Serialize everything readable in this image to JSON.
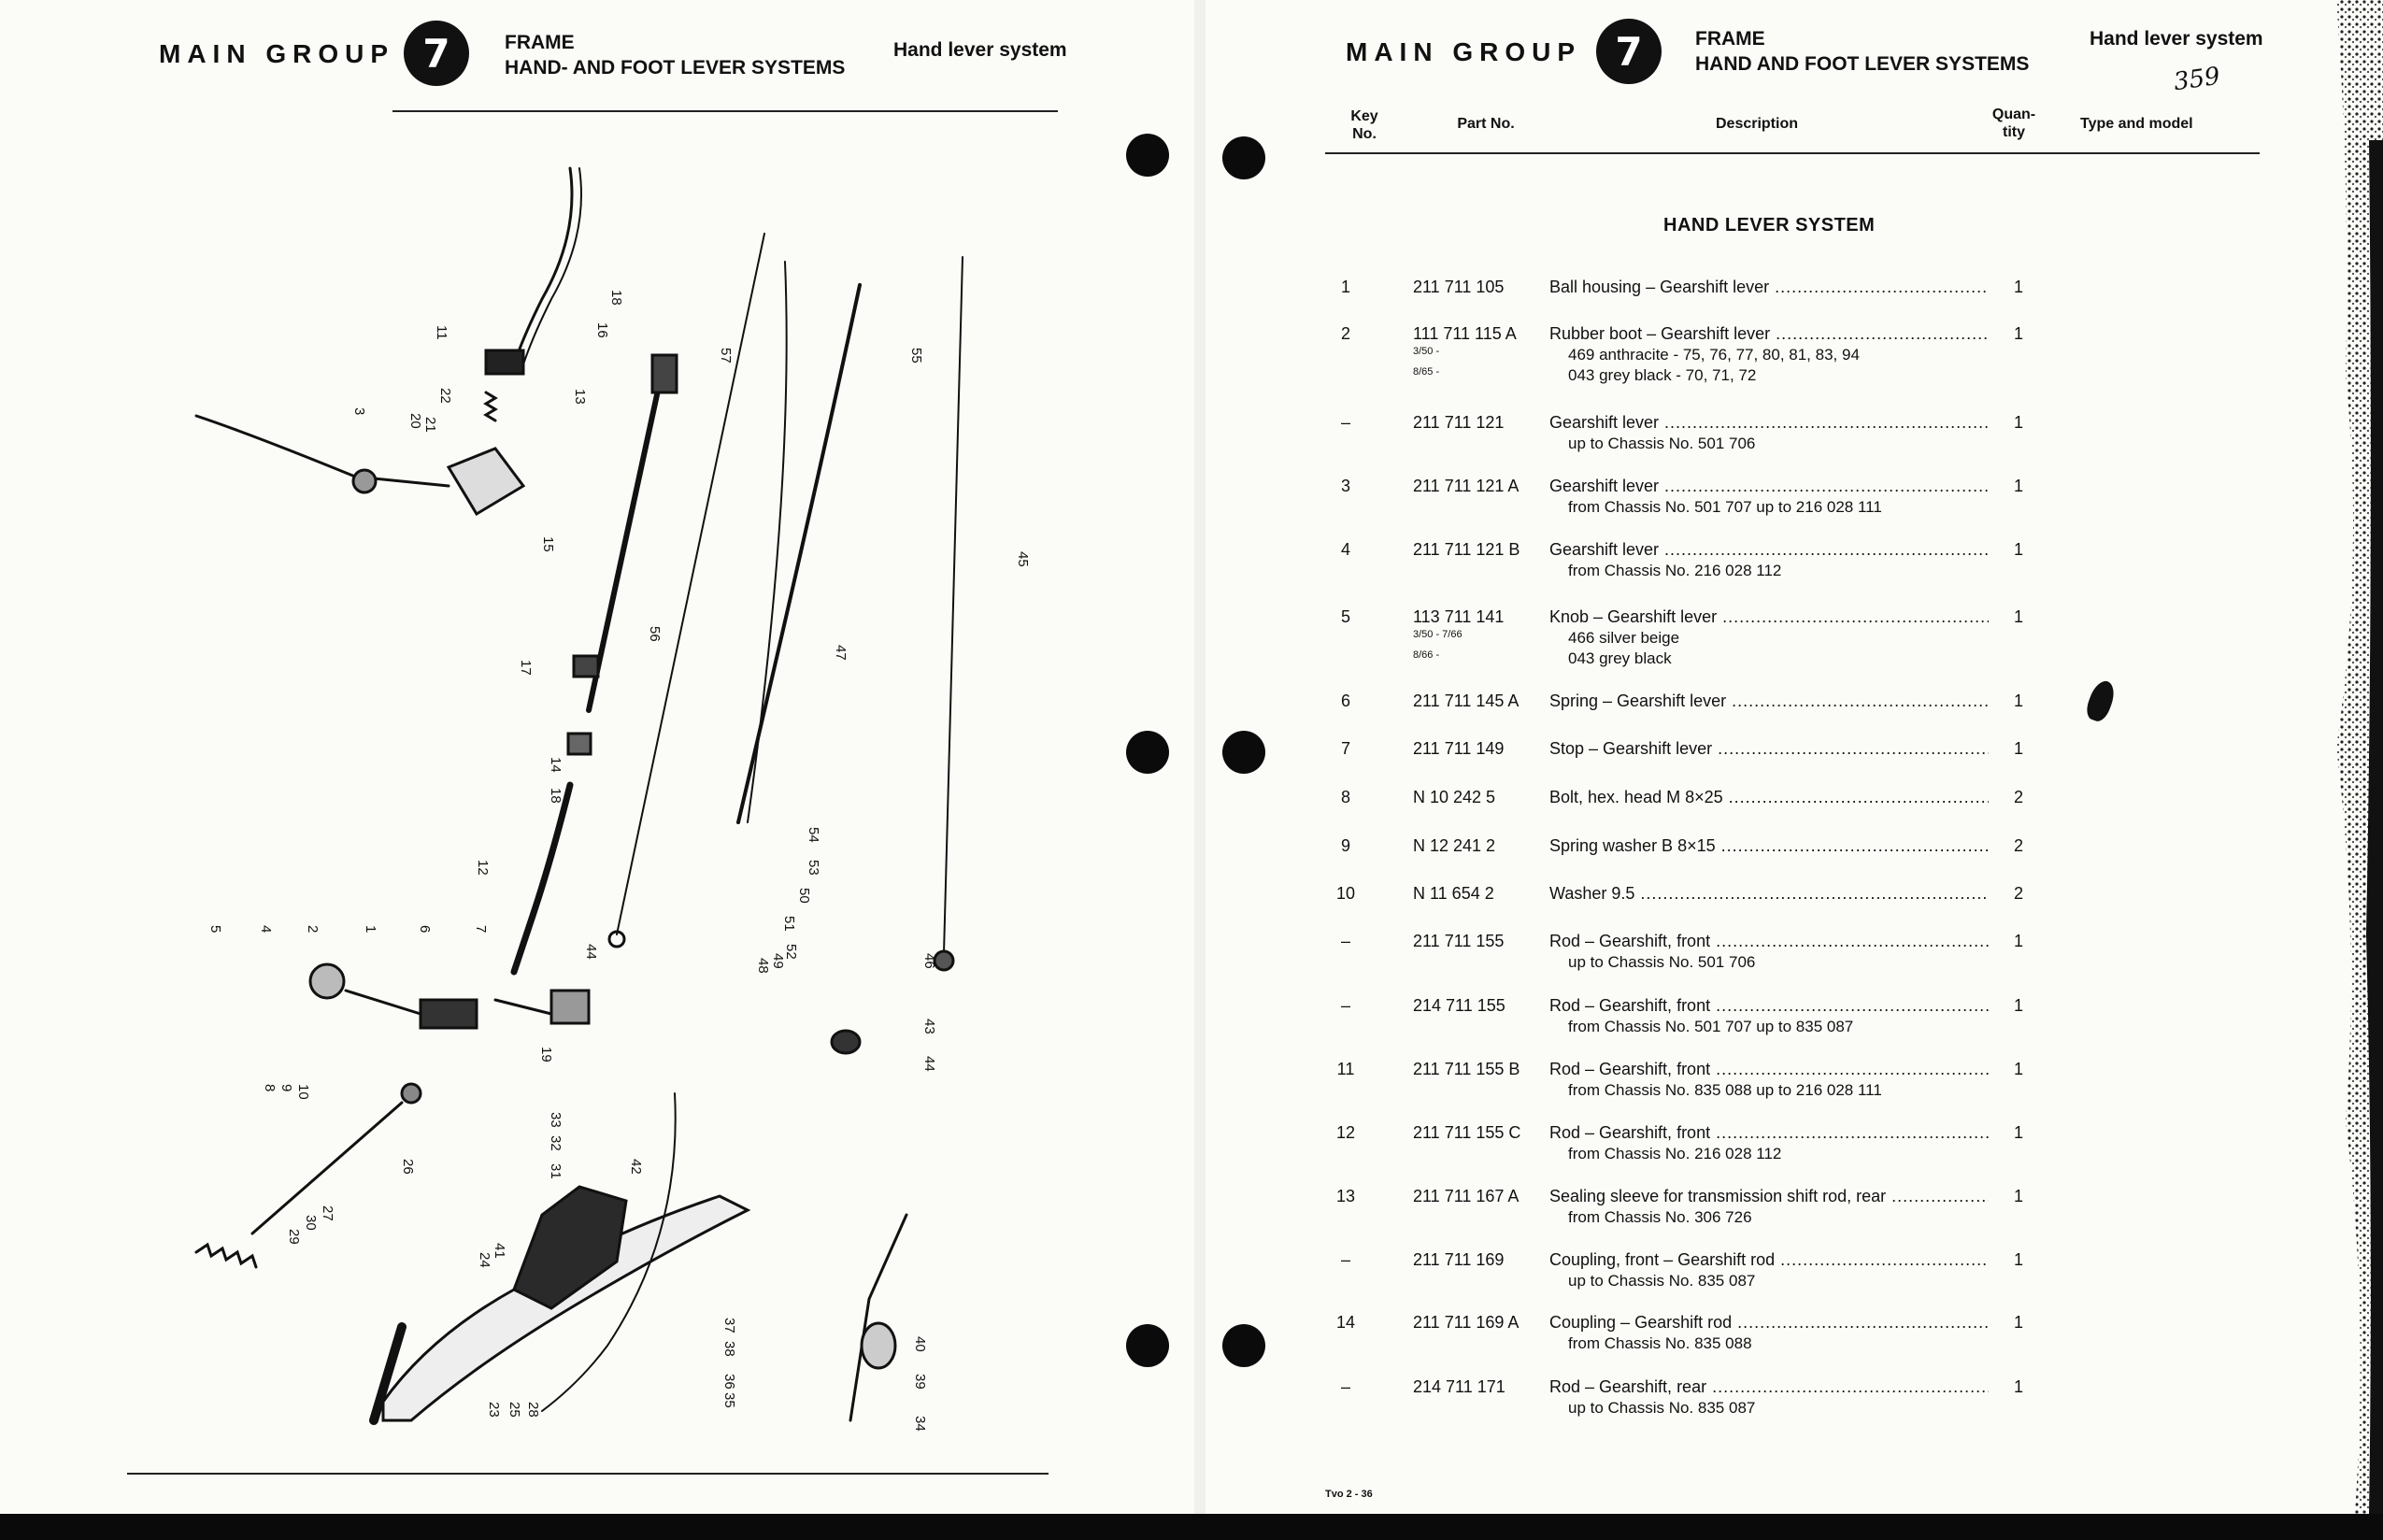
{
  "left_page": {
    "main_group_label": "MAIN GROUP",
    "group_number": "7",
    "frame_line1": "FRAME",
    "frame_line2": "HAND- AND FOOT LEVER SYSTEMS",
    "subtitle": "Hand lever system",
    "diagram_callouts": [
      "1",
      "2",
      "3",
      "4",
      "5",
      "6",
      "7",
      "8",
      "9",
      "10",
      "11",
      "12",
      "13",
      "14",
      "15",
      "16",
      "17",
      "18",
      "19",
      "20",
      "21",
      "22",
      "23",
      "24",
      "25",
      "26",
      "27",
      "28",
      "29",
      "30",
      "31",
      "32",
      "33",
      "34",
      "35",
      "36",
      "37",
      "38",
      "39",
      "40",
      "41",
      "42",
      "43",
      "44",
      "45",
      "46",
      "47",
      "48",
      "49",
      "50",
      "51",
      "52",
      "53",
      "54",
      "55",
      "56",
      "57"
    ]
  },
  "right_page": {
    "main_group_label": "MAIN GROUP",
    "group_number": "7",
    "frame_line1": "FRAME",
    "frame_line2": "HAND AND FOOT LEVER SYSTEMS",
    "subtitle": "Hand lever system",
    "handwritten_note": "359",
    "columns": {
      "key_no": "Key\nNo.",
      "part_no": "Part No.",
      "description": "Description",
      "quantity": "Quan-\ntity",
      "type_model": "Type and model"
    },
    "section_title": "HAND LEVER SYSTEM",
    "rows": [
      {
        "key": "1",
        "part": "211 711 105",
        "desc": "Ball housing – Gearshift lever",
        "qty": "1",
        "sub": []
      },
      {
        "key": "2",
        "part": "111 711 115 A",
        "desc": "Rubber boot – Gearshift lever",
        "qty": "1",
        "variants": [
          "3/50 -",
          "8/65 -"
        ],
        "sub": [
          "469   anthracite - 75, 76, 77, 80, 81, 83, 94",
          "043   grey black - 70, 71, 72"
        ]
      },
      {
        "key": "–",
        "part": "211 711 121",
        "desc": "Gearshift lever",
        "qty": "1",
        "sub": [
          "up to Chassis No. 501 706"
        ]
      },
      {
        "key": "3",
        "part": "211 711 121 A",
        "desc": "Gearshift lever",
        "qty": "1",
        "sub": [
          "from Chassis No. 501 707 up to 216 028 111"
        ]
      },
      {
        "key": "4",
        "part": "211 711 121 B",
        "desc": "Gearshift lever",
        "qty": "1",
        "sub": [
          "from Chassis No. 216 028 112"
        ]
      },
      {
        "key": "5",
        "part": "113 711 141",
        "desc": "Knob – Gearshift lever",
        "qty": "1",
        "variants": [
          "3/50 - 7/66",
          "8/66 -"
        ],
        "sub": [
          "466   silver beige",
          "043   grey black"
        ]
      },
      {
        "key": "6",
        "part": "211 711 145 A",
        "desc": "Spring – Gearshift lever",
        "qty": "1",
        "sub": []
      },
      {
        "key": "7",
        "part": "211 711 149",
        "desc": "Stop – Gearshift lever",
        "qty": "1",
        "sub": []
      },
      {
        "key": "8",
        "part": "N 10 242 5",
        "desc": "Bolt, hex. head M 8×25",
        "qty": "2",
        "sub": []
      },
      {
        "key": "9",
        "part": "N 12 241 2",
        "desc": "Spring washer B 8×15",
        "qty": "2",
        "sub": []
      },
      {
        "key": "10",
        "part": "N 11 654 2",
        "desc": "Washer 9.5",
        "qty": "2",
        "sub": []
      },
      {
        "key": "–",
        "part": "211 711 155",
        "desc": "Rod – Gearshift, front",
        "qty": "1",
        "sub": [
          "up to Chassis No. 501 706"
        ]
      },
      {
        "key": "–",
        "part": "214 711 155",
        "desc": "Rod – Gearshift, front",
        "qty": "1",
        "sub": [
          "from Chassis No. 501 707 up to 835 087"
        ]
      },
      {
        "key": "11",
        "part": "211 711 155 B",
        "desc": "Rod – Gearshift, front",
        "qty": "1",
        "sub": [
          "from Chassis No. 835 088 up to 216 028 111"
        ]
      },
      {
        "key": "12",
        "part": "211 711 155 C",
        "desc": "Rod – Gearshift, front",
        "qty": "1",
        "sub": [
          "from Chassis No. 216 028 112"
        ]
      },
      {
        "key": "13",
        "part": "211 711 167 A",
        "desc": "Sealing sleeve for transmission shift rod, rear",
        "qty": "1",
        "sub": [
          "from Chassis No. 306 726"
        ]
      },
      {
        "key": "–",
        "part": "211 711 169",
        "desc": "Coupling, front – Gearshift rod",
        "qty": "1",
        "sub": [
          "up to Chassis No. 835 087"
        ]
      },
      {
        "key": "14",
        "part": "211 711 169 A",
        "desc": "Coupling – Gearshift rod",
        "qty": "1",
        "sub": [
          "from Chassis No. 835 088"
        ]
      },
      {
        "key": "–",
        "part": "214 711 171",
        "desc": "Rod – Gearshift, rear",
        "qty": "1",
        "sub": [
          "up to Chassis No. 835 087"
        ]
      }
    ],
    "footer_code": "Tvo 2 - 36"
  }
}
